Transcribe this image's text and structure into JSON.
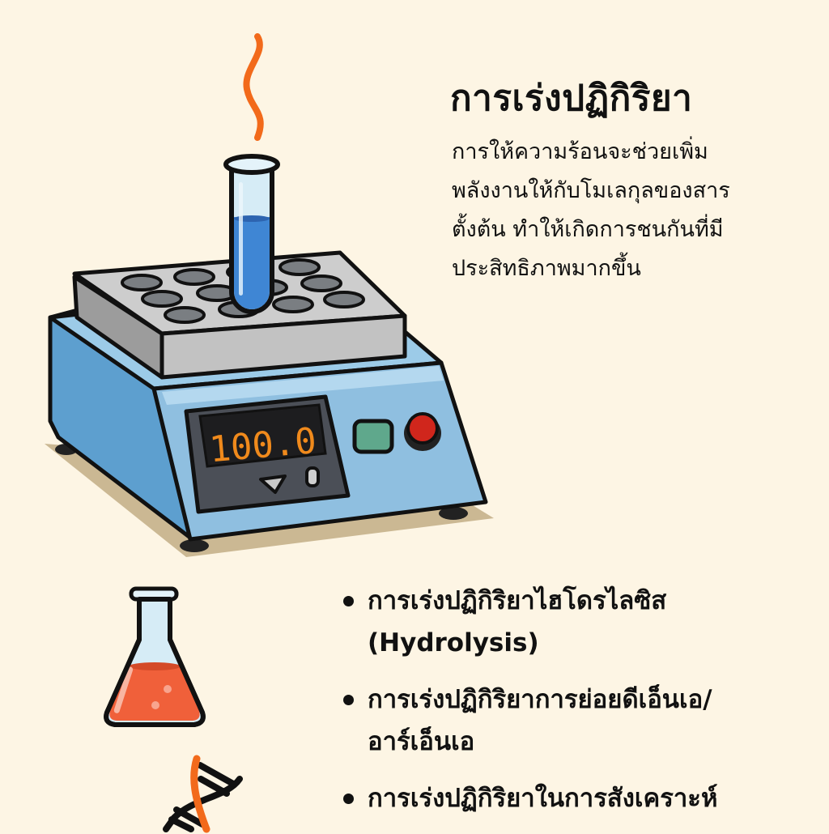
{
  "header": {
    "title": "การเร่งปฏิกิริยา",
    "description_lines": [
      "การให้ความร้อนจะช่วยเพิ่ม",
      "พลังงานให้กับโมเลกุลของสาร",
      "ตั้งต้น ทำให้เกิดการชนกันที่มี",
      "ประสิทธิภาพมากขึ้น"
    ]
  },
  "device": {
    "name": "heat-block",
    "display_value": "100.0",
    "display_color": "#f08a1c",
    "body_color": "#8fbfe0",
    "block_color": "#c9c9c9",
    "green_button_color": "#5fa88c",
    "red_button_color": "#d0261c"
  },
  "test_tube": {
    "liquid_color": "#3f86d4",
    "steam_color": "#f26a1b"
  },
  "flask": {
    "liquid_color": "#f0603a"
  },
  "bullets": [
    {
      "lines": [
        "การเร่งปฏิกิริยาไฮโดรไลซิส",
        "(Hydrolysis)"
      ]
    },
    {
      "lines": [
        "การเร่งปฏิกิริยาการย่อยดีเอ็นเอ/",
        "อาร์เอ็นเอ"
      ]
    },
    {
      "lines": [
        "การเร่งปฏิกิริยาในการสังเคราะห์",
        ""
      ]
    }
  ],
  "colors": {
    "background": "#fdf5e4",
    "text": "#111111"
  }
}
